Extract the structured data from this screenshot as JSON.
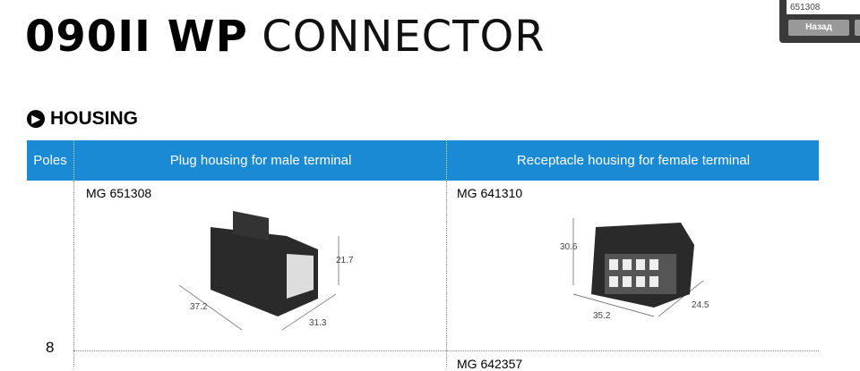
{
  "title": {
    "bold": "090II WP",
    "light": "CONNECTOR"
  },
  "section": {
    "label": "HOUSING"
  },
  "table": {
    "headers": [
      "Poles",
      "Plug housing for male terminal",
      "Receptacle housing for female terminal"
    ],
    "rows": [
      {
        "poles": "8",
        "plug": {
          "part": "MG 651308",
          "dims": [
            "21.7",
            "37.2",
            "31.3"
          ]
        },
        "receptacle": {
          "part": "MG 641310",
          "dims": [
            "30.6",
            "35.2",
            "24.5"
          ]
        }
      },
      {
        "receptacle": {
          "part": "MG 642357"
        }
      }
    ]
  },
  "popup": {
    "value": "651308",
    "button": "Назад"
  }
}
